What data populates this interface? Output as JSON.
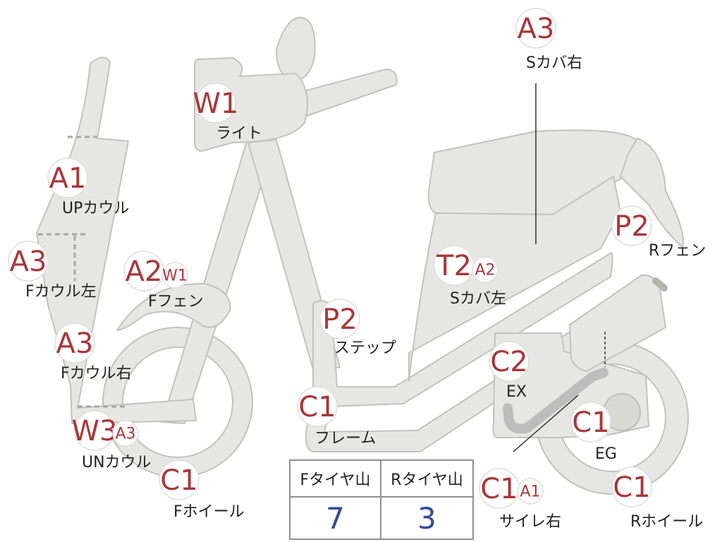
{
  "colors": {
    "body_fill": "#e6e6e4",
    "outline": "#c2c2bd",
    "badge_text": "#a8373a",
    "value_text": "#2f4a98"
  },
  "parts": [
    {
      "id": "light",
      "codes": [
        "W1"
      ],
      "label": "ライト"
    },
    {
      "id": "up-cowl",
      "codes": [
        "A1"
      ],
      "label": "UPカウル"
    },
    {
      "id": "f-cowl-left",
      "codes": [
        "A3"
      ],
      "label": "Fカウル左"
    },
    {
      "id": "f-fender",
      "codes": [
        "A2",
        "W1"
      ],
      "label": "Fフェン"
    },
    {
      "id": "f-cowl-right",
      "codes": [
        "A3"
      ],
      "label": "Fカウル右"
    },
    {
      "id": "un-cowl",
      "codes": [
        "W3",
        "A3"
      ],
      "label": "UNカウル"
    },
    {
      "id": "f-wheel",
      "codes": [
        "C1"
      ],
      "label": "Fホイール"
    },
    {
      "id": "step",
      "codes": [
        "P2"
      ],
      "label": "ステップ"
    },
    {
      "id": "frame",
      "codes": [
        "C1"
      ],
      "label": "フレーム"
    },
    {
      "id": "s-cover-left",
      "codes": [
        "T2",
        "A2"
      ],
      "label": "Sカバ左"
    },
    {
      "id": "s-cover-right",
      "codes": [
        "A3"
      ],
      "label": "Sカバ右"
    },
    {
      "id": "r-fender",
      "codes": [
        "P2"
      ],
      "label": "Rフェン"
    },
    {
      "id": "ex",
      "codes": [
        "C2"
      ],
      "label": "EX"
    },
    {
      "id": "eg",
      "codes": [
        "C1"
      ],
      "label": "EG"
    },
    {
      "id": "muffler-right",
      "codes": [
        "C1",
        "A1"
      ],
      "label": "サイレ右"
    },
    {
      "id": "r-wheel",
      "codes": [
        "C1"
      ],
      "label": "Rホイール"
    }
  ],
  "tire_table": {
    "headers": [
      "Fタイヤ山",
      "Rタイヤ山"
    ],
    "values": [
      "7",
      "3"
    ]
  }
}
